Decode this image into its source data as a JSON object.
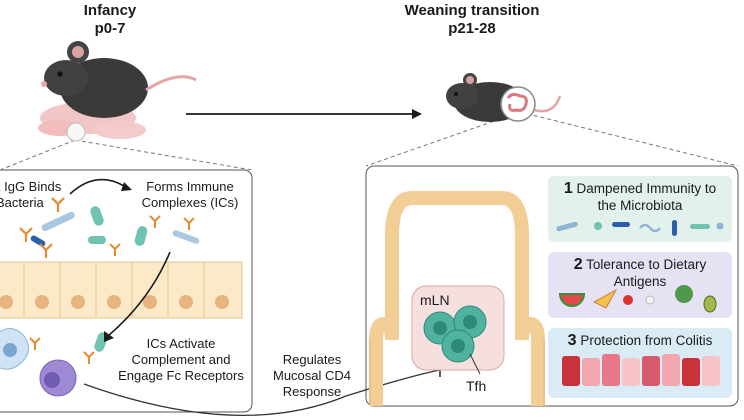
{
  "infancy": {
    "title": "Infancy",
    "days": "p0-7"
  },
  "weaning": {
    "title": "Weaning transition",
    "days": "p21-28"
  },
  "left_panel": {
    "step1_line1": "k IgG Binds",
    "step1_line2": "Bacteria",
    "step2_line1": "Forms Immune",
    "step2_line2": "Complexes (ICs)",
    "step3_line1": "ICs Activate",
    "step3_line2": "Complement and",
    "step3_line3": "Engage Fc Receptors"
  },
  "regulates": {
    "line1": "Regulates",
    "line2": "Mucosal CD4",
    "line3": "Response"
  },
  "right_panel": {
    "mln_label": "mLN",
    "tfh_label": "Tfh",
    "outcomes": [
      {
        "num": "1",
        "line1": "Dampened Immunity to",
        "line2": "the Microbiota",
        "color": "#e3f1ec"
      },
      {
        "num": "2",
        "line1": "Tolerance to Dietary",
        "line2": "Antigens",
        "color": "#e6e2f3"
      },
      {
        "num": "3",
        "line1": "Protection from Colitis",
        "line2": "",
        "color": "#d9ecf6"
      }
    ]
  }
}
